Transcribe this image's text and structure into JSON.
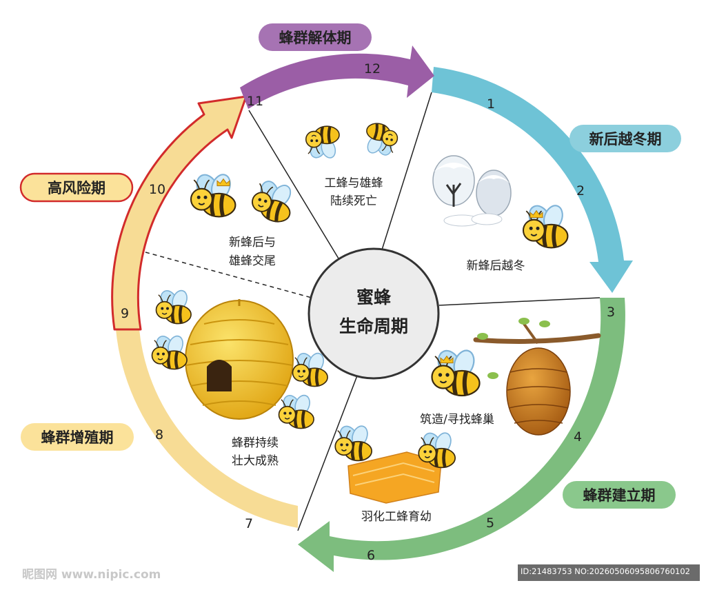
{
  "center": {
    "line1": "蜜蜂",
    "line2": "生命周期"
  },
  "phases": {
    "disband": "蜂群解体期",
    "queen_winter": "新后越冬期",
    "high_risk": "高风险期",
    "colony_growth": "蜂群增殖期",
    "colony_build": "蜂群建立期"
  },
  "months": [
    "1",
    "2",
    "3",
    "4",
    "5",
    "6",
    "7",
    "8",
    "9",
    "10",
    "11",
    "12"
  ],
  "sectors": {
    "death": {
      "line1": "工蜂与雄蜂",
      "line2": "陆续死亡"
    },
    "winter": {
      "line1": "新蜂后越冬"
    },
    "nest": {
      "line1": "筑造/寻找蜂巢"
    },
    "hatch": {
      "line1": "羽化工蜂育幼"
    },
    "grow": {
      "line1": "蜂群持续",
      "line2": "壮大成熟"
    },
    "mating": {
      "line1": "新蜂后与",
      "line2": "雄蜂交尾"
    }
  },
  "footer": {
    "logo": "昵图网 www.nipic.com",
    "id": "ID:21483753 NO:20260506095806760102"
  },
  "colors": {
    "purple": "#9b5ea6",
    "teal": "#6ec3d6",
    "green": "#7dbd7e",
    "yellow": "#f7dc95",
    "red": "#d22b2b",
    "pillPurple": "#a673b3",
    "pillTeal": "#8ccfdd",
    "pillGreen": "#8ac88c",
    "pillYellow": "#fbe29a"
  }
}
